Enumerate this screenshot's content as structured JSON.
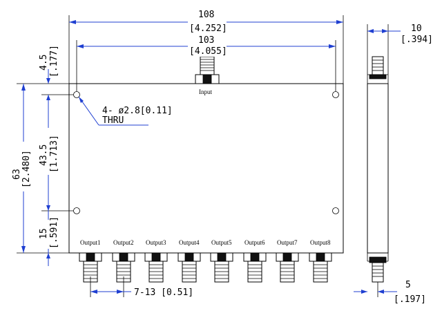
{
  "front_view": {
    "dims": {
      "overall_width_mm": "108",
      "overall_width_in": "[4.252]",
      "hole_spacing_mm": "103",
      "hole_spacing_in": "[4.055]",
      "hole_inset_mm": "4.5",
      "hole_inset_in": "[.177]",
      "height_mm": "63",
      "height_in": "[2.480]",
      "hole_vertical_mm": "43.5",
      "hole_vertical_in": "[1.713]",
      "bottom_offset_mm": "15",
      "bottom_offset_in": "[.591]",
      "hole_callout_line1": "4- ø2.8[0.11]",
      "hole_callout_line2": "THRU",
      "pitch_label": "7-13 [0.51]"
    },
    "input_label": "Input",
    "outputs": [
      "Output1",
      "Output2",
      "Output3",
      "Output4",
      "Output5",
      "Output6",
      "Output7",
      "Output8"
    ]
  },
  "side_view": {
    "thickness_mm": "10",
    "thickness_in": "[.394]",
    "offset_mm": "5",
    "offset_in": "[.197]"
  }
}
